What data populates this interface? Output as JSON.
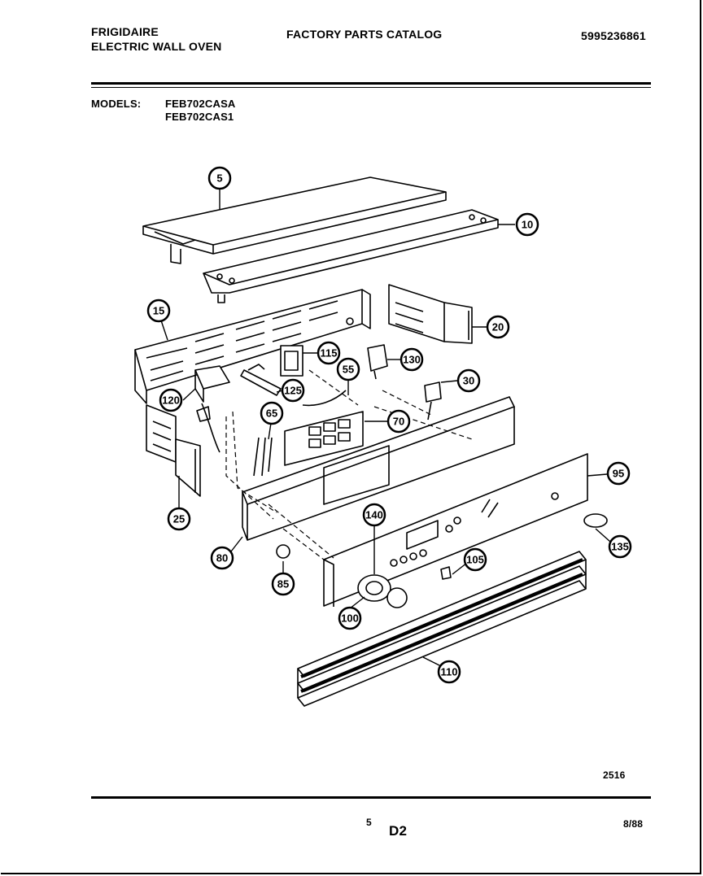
{
  "header": {
    "brand": "FRIGIDAIRE",
    "product": "ELECTRIC WALL OVEN",
    "catalog_title": "FACTORY PARTS CATALOG",
    "catalog_number": "5995236861"
  },
  "models": {
    "label": "MODELS:",
    "list": [
      "FEB702CASA",
      "FEB702CAS1"
    ]
  },
  "diagram": {
    "callouts": [
      "5",
      "10",
      "15",
      "20",
      "25",
      "30",
      "55",
      "65",
      "70",
      "80",
      "85",
      "95",
      "100",
      "105",
      "110",
      "115",
      "120",
      "125",
      "130",
      "135",
      "140"
    ]
  },
  "footer": {
    "diagram_code": "2516",
    "page": "5",
    "section": "D2",
    "date": "8/88"
  }
}
